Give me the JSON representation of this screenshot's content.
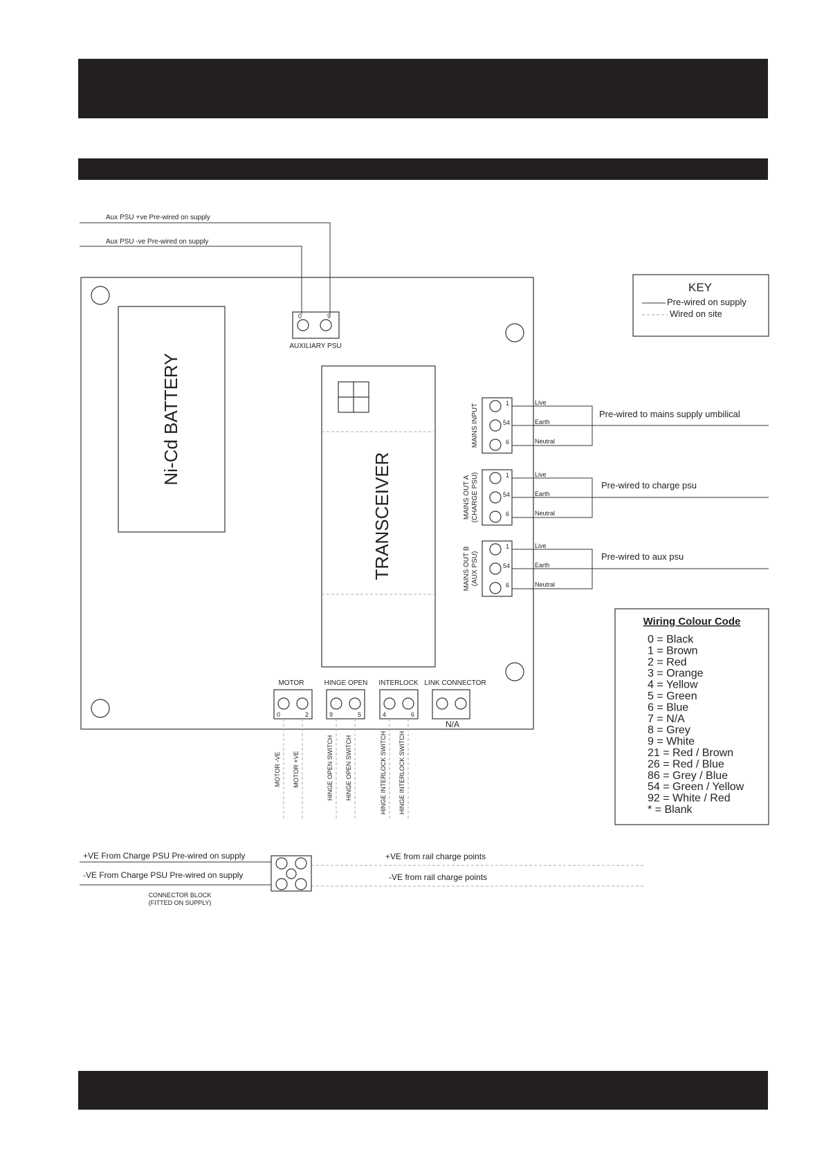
{
  "top_wires": {
    "aux_pos": "Aux PSU +ve Pre-wired on supply",
    "aux_neg": "Aux PSU -ve Pre-wired on supply"
  },
  "battery": {
    "label": "Ni-Cd BATTERY"
  },
  "transceiver": {
    "label": "TRANSCEIVER"
  },
  "aux_psu": {
    "label": "AUXILIARY PSU",
    "terminals": [
      "0",
      "9"
    ]
  },
  "key": {
    "title": "KEY",
    "prewired": "Pre-wired on supply",
    "onsite": "Wired on site"
  },
  "mains_input": {
    "label": "MAINS INPUT",
    "terminals": [
      "1",
      "54",
      "6"
    ],
    "wires": [
      "Live",
      "Earth",
      "Neutral"
    ],
    "note": "Pre-wired to mains supply umbilical"
  },
  "mains_out_a": {
    "label1": "MAINS OUT A",
    "label2": "(CHARGE PSU)",
    "terminals": [
      "1",
      "54",
      "6"
    ],
    "wires": [
      "Live",
      "Earth",
      "Neutral"
    ],
    "note": "Pre-wired to charge psu"
  },
  "mains_out_b": {
    "label1": "MAINS OUT B",
    "label2": "(AUX PSU)",
    "terminals": [
      "1",
      "54",
      "6"
    ],
    "wires": [
      "Live",
      "Earth",
      "Neutral"
    ],
    "note": "Pre-wired to aux psu"
  },
  "bottom_connectors": {
    "motor": {
      "label": "MOTOR",
      "terminals": [
        "0",
        "2"
      ],
      "wires": [
        "MOTOR -VE",
        "MOTOR +VE"
      ]
    },
    "hinge_open": {
      "label": "HINGE OPEN",
      "terminals": [
        "9",
        "5"
      ],
      "wires": [
        "HINGE OPEN SWITCH",
        "HINGE OPEN SWITCH"
      ]
    },
    "interlock": {
      "label": "INTERLOCK",
      "terminals": [
        "4",
        "6"
      ],
      "wires": [
        "HINGE INTERLOCK SWITCH",
        "HINGE INTERLOCK SWITCH"
      ]
    },
    "link": {
      "label": "LINK CONNECTOR",
      "note": "N/A"
    }
  },
  "colour_code": {
    "title": "Wiring Colour Code",
    "entries": [
      "0 = Black",
      "1 = Brown",
      "2 = Red",
      "3 = Orange",
      "4 = Yellow",
      "5 = Green",
      "6 = Blue",
      "7 = N/A",
      "8 = Grey",
      "9 = White",
      "21 = Red / Brown",
      "26 = Red / Blue",
      "86 = Grey / Blue",
      "54 = Green / Yellow",
      "92 = White / Red",
      "* = Blank"
    ]
  },
  "charge_block": {
    "pos_left": "+VE From Charge PSU Pre-wired on supply",
    "neg_left": "-VE From Charge PSU Pre-wired on supply",
    "pos_right": "+VE from rail charge points",
    "neg_right": "-VE from rail charge points",
    "label1": "CONNECTOR BLOCK",
    "label2": "(FITTED ON SUPPLY)"
  }
}
